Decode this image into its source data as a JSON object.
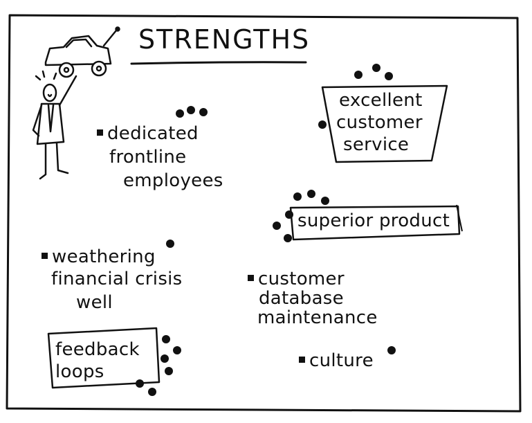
{
  "title": "STRENGTHS",
  "items": {
    "frontline": [
      "dedicated",
      "frontline",
      "employees"
    ],
    "service": [
      "excellent",
      "customer",
      "service"
    ],
    "product": [
      "superior product"
    ],
    "financial": [
      "weathering",
      "financial crisis",
      "well"
    ],
    "database": [
      "customer",
      "database",
      "maintenance"
    ],
    "feedback": [
      "feedback",
      "loops"
    ],
    "culture": [
      "culture"
    ]
  },
  "dot_votes": {
    "frontline": 3,
    "service": 4,
    "product": 6,
    "financial": 1,
    "feedback": 6,
    "culture": 1
  },
  "icons": [
    "car-icon",
    "stick-figure-icon"
  ]
}
